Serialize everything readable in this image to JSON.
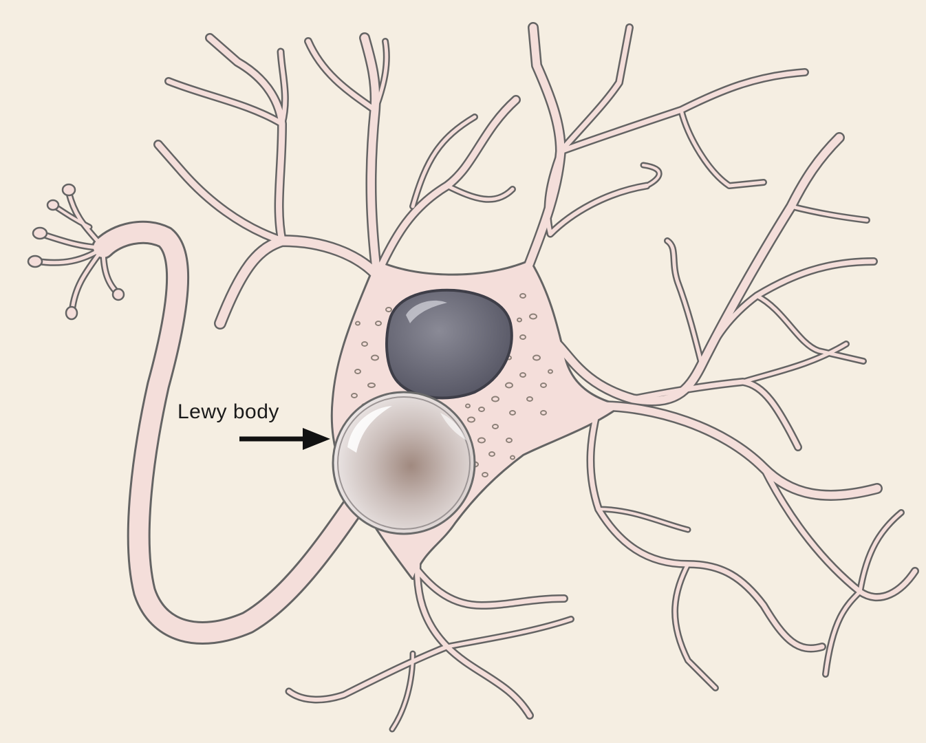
{
  "diagram": {
    "label": "Lewy body",
    "colors": {
      "background": "#F5EEE2",
      "cell_fill": "#F4DEDA",
      "outline": "#646464",
      "nucleus_fill": "#6E6E7C",
      "lewy_body_fill": "#EBE6E6",
      "lewy_body_core": "#A38F8B",
      "arrow": "#111111",
      "text": "#1A1A1A"
    },
    "parts": [
      "cell-body",
      "dendrites",
      "axon",
      "axon-terminals",
      "nucleus",
      "granules",
      "lewy-body"
    ]
  }
}
